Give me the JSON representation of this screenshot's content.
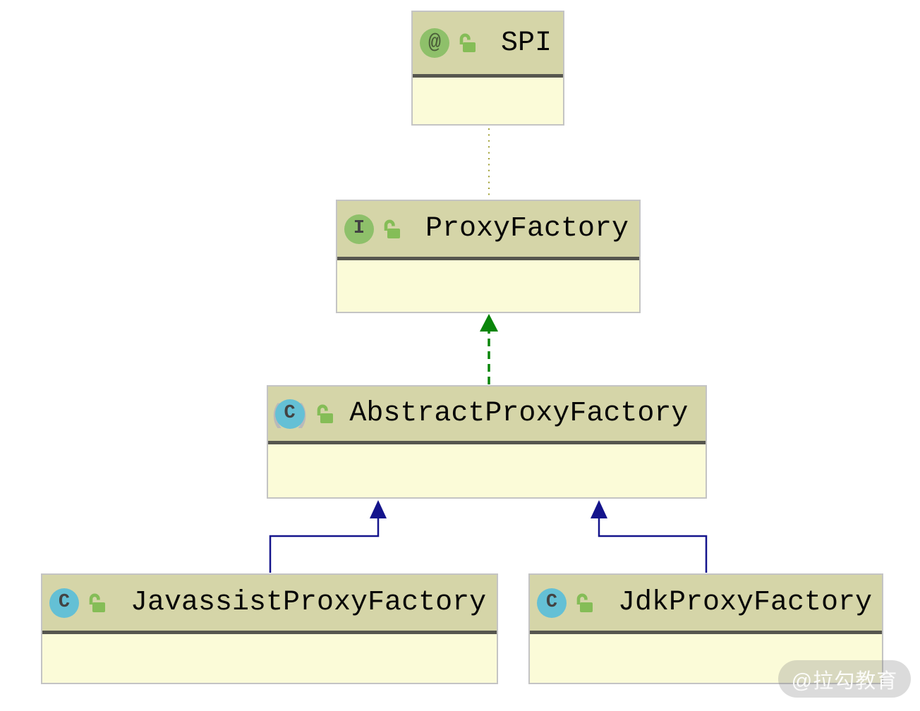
{
  "diagram": {
    "nodes": [
      {
        "name": "SPI",
        "stereotype": "annotation",
        "icon_glyph": "@",
        "visibility": "public"
      },
      {
        "name": "ProxyFactory",
        "stereotype": "interface",
        "icon_glyph": "I",
        "visibility": "public"
      },
      {
        "name": "AbstractProxyFactory",
        "stereotype": "abstract-class",
        "icon_glyph": "C",
        "paren_left": "(",
        "paren_right": ")",
        "visibility": "public"
      },
      {
        "name": "JavassistProxyFactory",
        "stereotype": "class",
        "icon_glyph": "C",
        "visibility": "public"
      },
      {
        "name": "JdkProxyFactory",
        "stereotype": "class",
        "icon_glyph": "C",
        "visibility": "public"
      }
    ],
    "edges": [
      {
        "from": "ProxyFactory",
        "to": "SPI",
        "type": "annotated-by",
        "style": "dotted",
        "color": "#a1a135"
      },
      {
        "from": "AbstractProxyFactory",
        "to": "ProxyFactory",
        "type": "implements",
        "style": "dashed",
        "color": "#098509"
      },
      {
        "from": "JavassistProxyFactory",
        "to": "AbstractProxyFactory",
        "type": "extends",
        "style": "solid",
        "color": "#14148c"
      },
      {
        "from": "JdkProxyFactory",
        "to": "AbstractProxyFactory",
        "type": "extends",
        "style": "solid",
        "color": "#14148c"
      }
    ],
    "colors": {
      "header_bg": "#d5d5a8",
      "body_bg": "#fbfbd8",
      "divider": "#56564e",
      "node_border": "#c4c4c4",
      "annotation_icon_bg": "#8ec06a",
      "interface_icon_bg": "#8ec06a",
      "class_icon_bg": "#64c0d5",
      "lock_icon": "#85bd57",
      "canvas_bg": "#ffffff"
    }
  },
  "watermark": {
    "text": "@拉勾教育"
  }
}
